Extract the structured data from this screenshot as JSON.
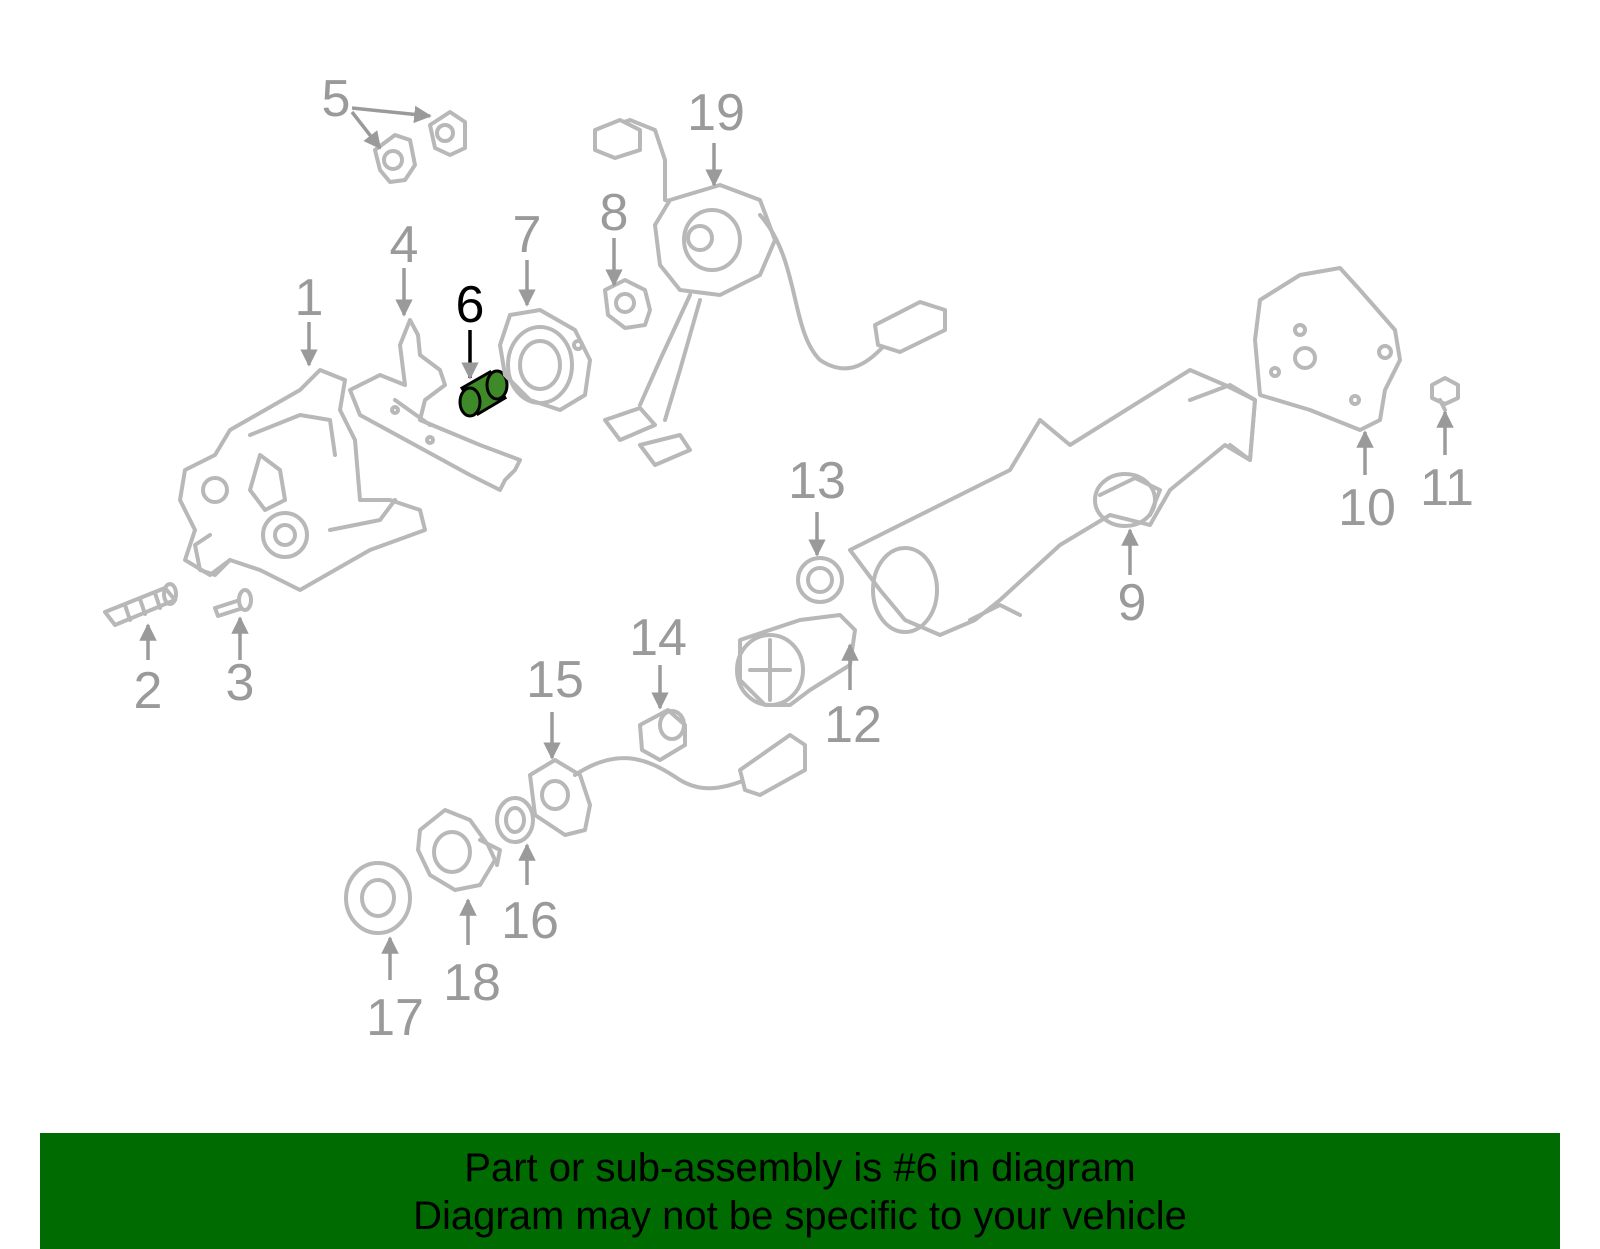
{
  "diagram": {
    "callouts": [
      "1",
      "2",
      "3",
      "4",
      "5",
      "6",
      "7",
      "8",
      "9",
      "10",
      "11",
      "12",
      "13",
      "14",
      "15",
      "16",
      "17",
      "18",
      "19"
    ],
    "selected": "6",
    "colors": {
      "selected_part": "#3f8a28",
      "banner_bg": "#006b00",
      "part_outline": "#b8b8b8",
      "callout_text": "#9a9a9a"
    }
  },
  "banner": {
    "line1": "Part or sub-assembly is #6 in diagram",
    "line2": "Diagram may not be specific to your vehicle"
  }
}
